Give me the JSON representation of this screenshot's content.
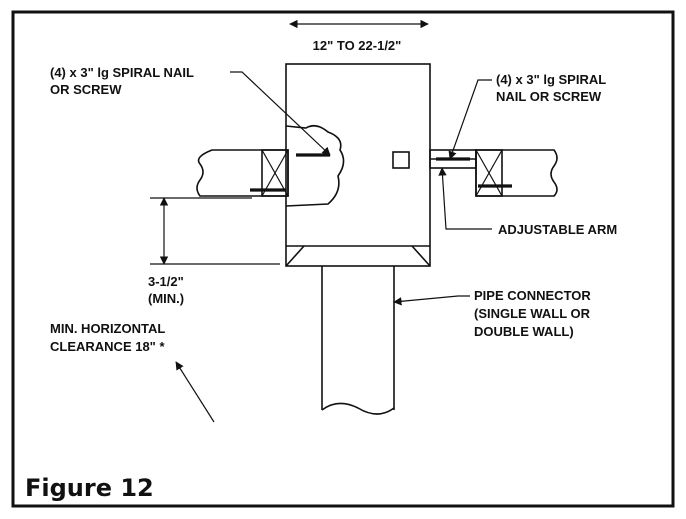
{
  "figure": {
    "title": "Figure 12",
    "labels": {
      "width_dim": "12\" TO 22-1/2\"",
      "nail_left_1": "(4) x 3\" lg SPIRAL NAIL",
      "nail_left_2": "OR SCREW",
      "nail_right_1": "(4) x 3\" lg SPIRAL",
      "nail_right_2": "NAIL OR SCREW",
      "adjustable_arm": "ADJUSTABLE ARM",
      "min_height_1": "3-1/2\"",
      "min_height_2": "(MIN.)",
      "pipe_1": "PIPE CONNECTOR",
      "pipe_2": "(SINGLE WALL OR",
      "pipe_3": "DOUBLE WALL)",
      "clearance_1": "MIN. HORIZONTAL",
      "clearance_2": "CLEARANCE 18\" *"
    }
  }
}
